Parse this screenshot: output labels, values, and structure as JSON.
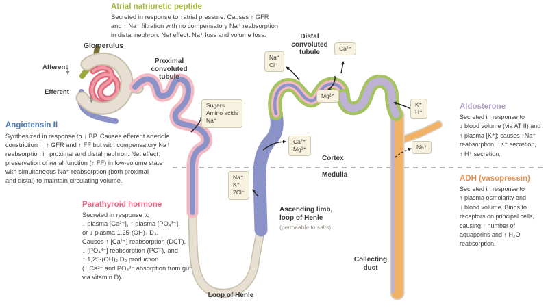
{
  "hormones": {
    "anp": {
      "title": "Atrial natriuretic peptide",
      "body": "Secreted in response to ↑atrial pressure. Causes ↑ GFR\nand ↑ Na⁺ filtration with no compensatory Na⁺ reabsorption\nin distal nephron. Net effect: Na⁺ loss and volume loss.",
      "color": "#a9b93d"
    },
    "angiotensin_ii": {
      "title": "Angiotensin II",
      "body": "Synthesized in response to ↓ BP. Causes efferent arteriole\nconstriction→ ↑ GFR and ↑ FF but with compensatory Na⁺\nreabsorption in proximal and distal nephron. Net effect:\npreservation of renal function (↑ FF) in low-volume state\nwith simultaneous Na⁺ reabsorption (both proximal\nand distal) to maintain circulating volume.",
      "color": "#4a77b0"
    },
    "pth": {
      "title": "Parathyroid hormone",
      "body": "Secreted in response to\n↓ plasma [Ca²⁺], ↑ plasma [PO₄³⁻],\nor ↓ plasma 1,25-(OH)₂ D₃.\nCauses ↑ [Ca²⁺] reabsorption (DCT),\n↓ [PO₄³⁻] reabsorption (PCT), and\n↑ 1,25-(OH)₂ D₃ production\n(↑ Ca²⁺ and PO₄³⁻ absorption from gut\nvia vitamin D).",
      "color": "#e66a85"
    },
    "aldosterone": {
      "title": "Aldosterone",
      "body": "Secreted in response to\n↓ blood volume (via AT II) and\n↑ plasma [K⁺]; causes ↑Na⁺\nreabsorption, ↑K⁺ secretion,\n↑ H⁺ secretion.",
      "color": "#b3a5c9"
    },
    "adh": {
      "title": "ADH (vasopressin)",
      "body": "Secreted in response to\n↑ plasma osmolarity and\n↓ blood volume. Binds to\nreceptors on principal cells,\ncausing ↑ number of\naquaporins and ↑ H₂O\nreabsorption.",
      "color": "#e59353"
    }
  },
  "labels": {
    "glomerulus": "Glomerulus",
    "afferent": "Afferent",
    "efferent": "Efferent",
    "proximal": "Proximal\nconvoluted\ntubule",
    "distal": "Distal\nconvoluted\ntubule",
    "cortex": "Cortex",
    "medulla": "Medulla",
    "ascending": "Ascending limb,\nloop of Henle",
    "ascending_note": "(permeable to salts)",
    "loop_of_henle": "Loop of Henle",
    "collecting_duct": "Collecting\nduct"
  },
  "ion_boxes": {
    "pct_reabsorb": "Sugars\nAmino acids\nNa⁺",
    "dct_nacl": "Na⁺\nCl⁻",
    "dct_ca": "Ca²⁺",
    "dct_mg": "Mg²⁺",
    "tal_camg": "Ca²⁺\nMg²⁺",
    "tal_nak2cl": "Na⁺\nK⁺\n2Cl⁻",
    "cd_kh": "K⁺\nH⁺",
    "cd_na": "Na⁺"
  },
  "colors": {
    "capsule_fill": "#e7e0d2",
    "capsule_outline": "#c8bfaa",
    "glomerulus_pink": "#dd6b7b",
    "glomerulus_pink_light": "#f09aa5",
    "afferent_green": "#9aa83c",
    "afferent_tip": "#7b6e3a",
    "tubule_blue": "#8a92c8",
    "pct_pink": "#f3b9c3",
    "thin_limb": "#e7e0d2",
    "dct_green": "#a5c361",
    "dct_lavender": "#beb2d4",
    "duct_orange": "#f2b266",
    "duct_outline": "#d9d0c1",
    "arrow_black": "#2b2b2b",
    "arrow_gray": "#8a8a8a",
    "dashed_line": "#9a9a9a",
    "text": "#3f3f3f"
  }
}
